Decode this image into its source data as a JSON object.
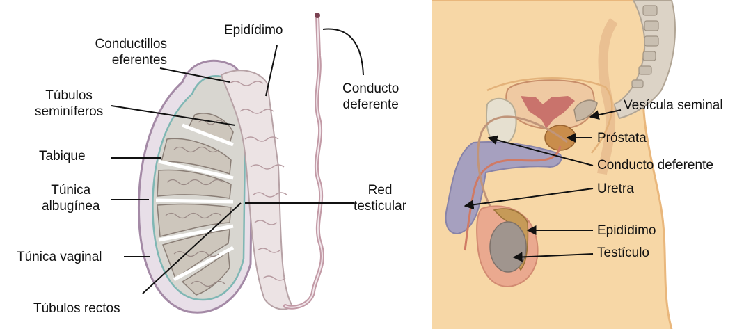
{
  "left_panel": {
    "labels": {
      "conductillos": [
        "Conductillos",
        "eferentes"
      ],
      "epididimo": "Epidídimo",
      "conducto_deferente": [
        "Conducto",
        "deferente"
      ],
      "tubulos_seminiferos": [
        "Túbulos",
        "seminíferos"
      ],
      "tabique": "Tabique",
      "tunica_albuginea": [
        "Túnica",
        "albugínea"
      ],
      "red_testicular": [
        "Red",
        "testicular"
      ],
      "tunica_vaginal": "Túnica vaginal",
      "tubulos_rectos": "Túbulos rectos"
    }
  },
  "right_panel": {
    "labels": {
      "vesicula_seminal": "Vesícula seminal",
      "prostata": "Próstata",
      "conducto_deferente": "Conducto deferente",
      "uretra": "Uretra",
      "epididimo": "Epidídimo",
      "testiculo": "Testículo"
    }
  }
}
